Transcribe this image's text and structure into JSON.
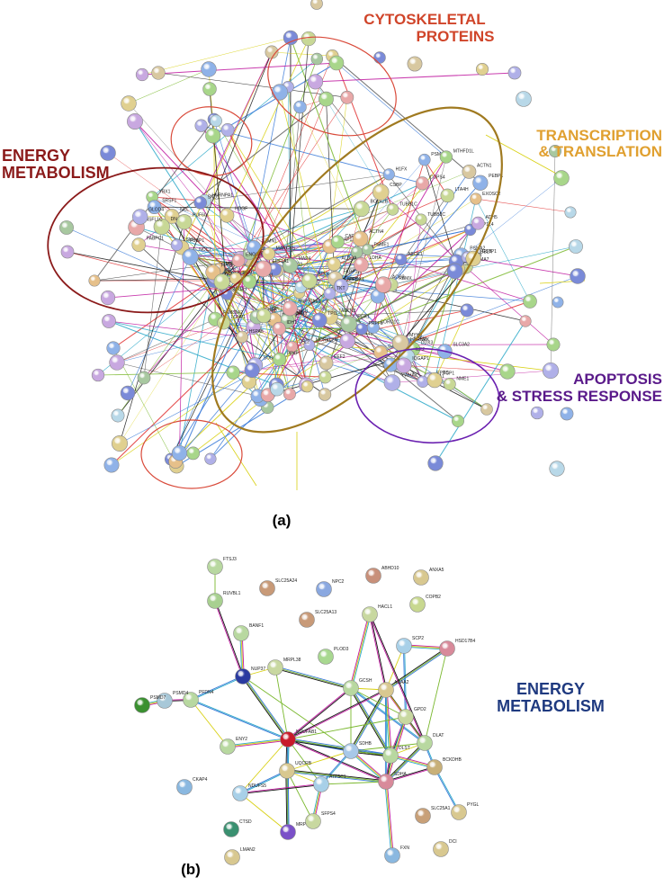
{
  "panel_a": {
    "label": "(a)",
    "groups": {
      "cytoskeletal": {
        "line1": "CYTOSKELETAL",
        "line2": "PROTEINS",
        "color": "#d0452a"
      },
      "energy": {
        "line1": "ENERGY",
        "line2": "METABOLISM",
        "color": "#8b1a1a"
      },
      "transcription": {
        "line1": "TRANSCRIPTION",
        "line2": "& TRANSLATION",
        "color": "#e0a030"
      },
      "apoptosis": {
        "line1": "APOPTOSIS",
        "line2": "& STRESS RESPONSE",
        "color": "#5a1a8a"
      }
    },
    "outline_colors": {
      "cytoskeletal": "#d94a3a",
      "actin": "#d94a3a",
      "tubulin": "#d94a3a",
      "energy": "#8b1a1a",
      "transcription": "#a07a20",
      "apoptosis": "#6a20b0"
    },
    "node_labels": [
      "BASP1",
      "CBX1",
      "MARCKS",
      "MORKL2A",
      "NUCKS1",
      "HSPA4L",
      "FABP5",
      "MTDH",
      "UBE2L3",
      "CFL2",
      "DBN1",
      "EZR",
      "RDX",
      "MSN",
      "CDC42",
      "HMGB1",
      "TPM3",
      "TAGLN2",
      "PFN1",
      "CAP1",
      "CORO1C",
      "AKAP12",
      "CAPZA2",
      "STMN1",
      "MAP4",
      "FAM82A2",
      "PPIA",
      "RBMX",
      "FKBP1A",
      "DBP",
      "ARHGDIA",
      "EIF2",
      "HNRPDL",
      "DDX5",
      "SFPQ",
      "ENO1",
      "PKM",
      "PGK1",
      "LDHA",
      "TPI1",
      "ALDOA",
      "IDH1",
      "ACO2",
      "ACLY",
      "PRDX1",
      "SOD2",
      "LONP1",
      "PFKP",
      "GPI",
      "TKT",
      "PRPF8",
      "EEF1A1",
      "EEF2",
      "HSPA8",
      "HSP90AB1",
      "PABPC1",
      "NCL",
      "HNRNPA1",
      "YBX1",
      "SRSF1",
      "DNAJC8",
      "PUF60",
      "FUBP1",
      "SND1",
      "NSFL1C",
      "GLOD4",
      "LSM4",
      "NCC2",
      "HDGF",
      "ACTN1",
      "ACTN4",
      "COPS4",
      "NAP1L4",
      "PSMA7",
      "PSME1",
      "PSMA1",
      "PSMA2",
      "LTA4H",
      "COTL1",
      "H1FX",
      "BOLA2B",
      "ABCE1",
      "TUBA1B",
      "TUBB2A",
      "TUBB2C",
      "TUBB1C",
      "CSTB",
      "CSBP",
      "ADH5",
      "MTHFD1L",
      "GSTP1",
      "PEBP1",
      "EXOSC2",
      "EPRS",
      "GANAB",
      "CCT2",
      "YWHAZ",
      "TUFM",
      "NME1",
      "DDX3",
      "ILF2",
      "EIF4A1",
      "HNRNPK",
      "IQGAP1",
      "SLC3A2",
      "MYH9",
      "TCP1"
    ],
    "edge_colors": [
      "#7ab82e",
      "#111111",
      "#c01aa0",
      "#3a7ad8",
      "#d8d010",
      "#2aa8c8",
      "#e03030",
      "#5a5a5a"
    ],
    "node_colors": [
      "#a8d68a",
      "#c8d896",
      "#8fb2e8",
      "#e6c08a",
      "#b8d8e8",
      "#c8a8e0",
      "#e8a8a8",
      "#a8c8a0",
      "#7a8ad8",
      "#d8c8a0",
      "#b0b0e8",
      "#e0d090"
    ]
  },
  "panel_b": {
    "label": "(b)",
    "group_label": {
      "line1": "ENERGY",
      "line2": "METABOLISM",
      "color": "#1f3a80"
    },
    "nodes": [
      {
        "id": "FTSJ3",
        "label": "FTSJ3",
        "color": "#b8d8a0"
      },
      {
        "id": "RUVBL1",
        "label": "RUVBL1",
        "color": "#a8d090"
      },
      {
        "id": "BANF1",
        "label": "BANF1",
        "color": "#b8d8a0"
      },
      {
        "id": "SLC25A24",
        "label": "SLC25A24",
        "color": "#c89a78"
      },
      {
        "id": "NPC2",
        "label": "NPC2",
        "color": "#8aa8e0"
      },
      {
        "id": "ABHD10",
        "label": "ABHD10",
        "color": "#c8907a"
      },
      {
        "id": "ANXA5",
        "label": "ANXA5",
        "color": "#d8c890"
      },
      {
        "id": "SLC25A13",
        "label": "SLC25A13",
        "color": "#c89a78"
      },
      {
        "id": "HACL1",
        "label": "HACL1",
        "color": "#c8d8a0"
      },
      {
        "id": "COPB2",
        "label": "COPB2",
        "color": "#c8d890"
      },
      {
        "id": "NUP37",
        "label": "NUP37",
        "color": "#2a3aa0"
      },
      {
        "id": "MRPL38",
        "label": "MRPL38",
        "color": "#c8d8a0"
      },
      {
        "id": "PLOD3",
        "label": "PLOD3",
        "color": "#a8d890"
      },
      {
        "id": "SCP2",
        "label": "SCP2",
        "color": "#a8d0e8"
      },
      {
        "id": "HSD17B4",
        "label": "HSD17B4",
        "color": "#d88a9a"
      },
      {
        "id": "PFDN4",
        "label": "PFDN4",
        "color": "#b8d8a0"
      },
      {
        "id": "PSMD4",
        "label": "PSMD4",
        "color": "#a8c8d8"
      },
      {
        "id": "PSMD7",
        "label": "PSMD7",
        "color": "#3a9030"
      },
      {
        "id": "GCSH",
        "label": "GCSH",
        "color": "#b8d8a0"
      },
      {
        "id": "ACAA2",
        "label": "ACAA2",
        "color": "#d8c890"
      },
      {
        "id": "GPD2",
        "label": "GPD2",
        "color": "#c8d8a0"
      },
      {
        "id": "NDUFAB1",
        "label": "NDUFAB1",
        "color": "#c81a2a"
      },
      {
        "id": "DLAT",
        "label": "DLAT",
        "color": "#b8d8a0"
      },
      {
        "id": "ENY2",
        "label": "ENY2",
        "color": "#b8d8a0"
      },
      {
        "id": "SDHB",
        "label": "SDHB",
        "color": "#a8c8e8"
      },
      {
        "id": "DLST",
        "label": "DLST",
        "color": "#b8d8a0"
      },
      {
        "id": "UQCRB",
        "label": "UQCRB",
        "color": "#d8c890"
      },
      {
        "id": "ATP5C1",
        "label": "ATP5C1",
        "color": "#a8d0e8"
      },
      {
        "id": "SDHA",
        "label": "SDHA",
        "color": "#d88a9a"
      },
      {
        "id": "BCKDHB",
        "label": "BCKDHB",
        "color": "#c8b078"
      },
      {
        "id": "PYGL",
        "label": "PYGL",
        "color": "#d8c890"
      },
      {
        "id": "CKAP4",
        "label": "CKAP4",
        "color": "#8ab8e0"
      },
      {
        "id": "NDUFS5",
        "label": "NDUFS5",
        "color": "#a8d0e8"
      },
      {
        "id": "SLC25A1",
        "label": "SLC25A1",
        "color": "#c8a078"
      },
      {
        "id": "CTSD",
        "label": "CTSD",
        "color": "#3a9070"
      },
      {
        "id": "MRPL4",
        "label": "MRPL4",
        "color": "#7a50c8"
      },
      {
        "id": "SFPS4",
        "label": "SFPS4",
        "color": "#c8d8a0"
      },
      {
        "id": "LMAN2",
        "label": "LMAN2",
        "color": "#d8c890"
      },
      {
        "id": "FXN",
        "label": "FXN",
        "color": "#8ab8e0"
      },
      {
        "id": "DCI",
        "label": "DCI",
        "color": "#d8c890"
      }
    ],
    "edges": [
      [
        "FTSJ3",
        "RUVBL1"
      ],
      [
        "RUVBL1",
        "NUP37"
      ],
      [
        "BANF1",
        "NUP37"
      ],
      [
        "NUP37",
        "MRPL38"
      ],
      [
        "NUP37",
        "PFDN4"
      ],
      [
        "NUP37",
        "NDUFAB1"
      ],
      [
        "NUP37",
        "SDHB"
      ],
      [
        "PFDN4",
        "PSMD4"
      ],
      [
        "PSMD4",
        "PSMD7"
      ],
      [
        "PFDN4",
        "ENY2"
      ],
      [
        "PFDN4",
        "NDUFAB1"
      ],
      [
        "MRPL38",
        "GCSH"
      ],
      [
        "MRPL38",
        "NDUFAB1"
      ],
      [
        "GCSH",
        "NDUFAB1"
      ],
      [
        "GCSH",
        "HACL1"
      ],
      [
        "GCSH",
        "ACAA2"
      ],
      [
        "GCSH",
        "DLAT"
      ],
      [
        "GCSH",
        "DLST"
      ],
      [
        "GCSH",
        "SDHB"
      ],
      [
        "HACL1",
        "ACAA2"
      ],
      [
        "SCP2",
        "HSD17B4"
      ],
      [
        "SCP2",
        "ACAA2"
      ],
      [
        "SCP2",
        "GPD2"
      ],
      [
        "HSD17B4",
        "ACAA2"
      ],
      [
        "HSD17B4",
        "DLAT"
      ],
      [
        "ACAA2",
        "DLAT"
      ],
      [
        "ACAA2",
        "DLST"
      ],
      [
        "ACAA2",
        "GPD2"
      ],
      [
        "ACAA2",
        "SDHA"
      ],
      [
        "ACAA2",
        "SDHB"
      ],
      [
        "GPD2",
        "DLAT"
      ],
      [
        "GPD2",
        "DLST"
      ],
      [
        "GPD2",
        "SDHA"
      ],
      [
        "DLAT",
        "DLST"
      ],
      [
        "DLAT",
        "BCKDHB"
      ],
      [
        "DLAT",
        "SDHA"
      ],
      [
        "DLAT",
        "SDHB"
      ],
      [
        "DLST",
        "SDHA"
      ],
      [
        "DLST",
        "BCKDHB"
      ],
      [
        "DLST",
        "SDHB"
      ],
      [
        "NDUFAB1",
        "SDHB"
      ],
      [
        "NDUFAB1",
        "UQCRB"
      ],
      [
        "NDUFAB1",
        "ATP5C1"
      ],
      [
        "NDUFAB1",
        "SDHA"
      ],
      [
        "NDUFAB1",
        "ENY2"
      ],
      [
        "NDUFAB1",
        "NDUFS5"
      ],
      [
        "NDUFAB1",
        "MRPL4"
      ],
      [
        "NDUFAB1",
        "DLST"
      ],
      [
        "NDUFAB1",
        "GPD2"
      ],
      [
        "NDUFAB1",
        "ACAA2"
      ],
      [
        "SDHB",
        "SDHA"
      ],
      [
        "SDHB",
        "UQCRB"
      ],
      [
        "SDHB",
        "ATP5C1"
      ],
      [
        "SDHA",
        "UQCRB"
      ],
      [
        "SDHA",
        "ATP5C1"
      ],
      [
        "SDHA",
        "BCKDHB"
      ],
      [
        "SDHA",
        "FXN"
      ],
      [
        "UQCRB",
        "ATP5C1"
      ],
      [
        "UQCRB",
        "NDUFS5"
      ],
      [
        "UQCRB",
        "MRPL4"
      ],
      [
        "UQCRB",
        "SFPS4"
      ],
      [
        "ATP5C1",
        "NDUFS5"
      ],
      [
        "ATP5C1",
        "SFPS4"
      ],
      [
        "NDUFS5",
        "MRPL4"
      ],
      [
        "BCKDHB",
        "PYGL"
      ],
      [
        "SDHB",
        "DLST"
      ],
      [
        "GCSH",
        "GPD2"
      ],
      [
        "HACL1",
        "DLAT"
      ]
    ]
  }
}
